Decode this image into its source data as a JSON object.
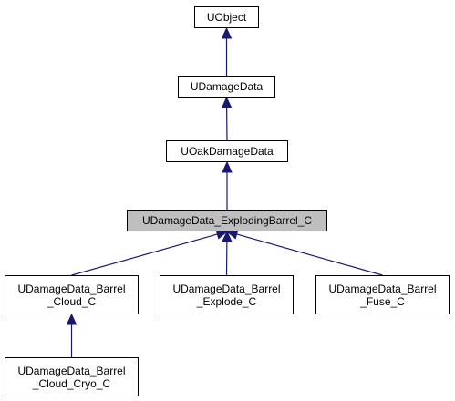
{
  "diagram": {
    "nodes": {
      "uobject": {
        "lines": [
          "UObject"
        ]
      },
      "udamagedata": {
        "lines": [
          "UDamageData"
        ]
      },
      "uoakdamagedata": {
        "lines": [
          "UOakDamageData"
        ]
      },
      "exploding_barrel": {
        "lines": [
          "UDamageData_ExplodingBarrel_C"
        ],
        "highlighted": true
      },
      "barrel_cloud": {
        "lines": [
          "UDamageData_Barrel",
          "_Cloud_C"
        ]
      },
      "barrel_explode": {
        "lines": [
          "UDamageData_Barrel",
          "_Explode_C"
        ]
      },
      "barrel_fuse": {
        "lines": [
          "UDamageData_Barrel",
          "_Fuse_C"
        ]
      },
      "barrel_cloud_cryo": {
        "lines": [
          "UDamageData_Barrel",
          "_Cloud_Cryo_C"
        ]
      }
    },
    "edges": [
      {
        "from": "udamagedata",
        "to": "uobject"
      },
      {
        "from": "uoakdamagedata",
        "to": "udamagedata"
      },
      {
        "from": "exploding_barrel",
        "to": "uoakdamagedata"
      },
      {
        "from": "barrel_cloud",
        "to": "exploding_barrel"
      },
      {
        "from": "barrel_explode",
        "to": "exploding_barrel"
      },
      {
        "from": "barrel_fuse",
        "to": "exploding_barrel"
      },
      {
        "from": "barrel_cloud_cryo",
        "to": "barrel_cloud"
      }
    ],
    "colors": {
      "edge": "#191970",
      "node_border": "#000000",
      "node_fill": "#ffffff",
      "highlight_fill": "#bfbfbf"
    }
  }
}
